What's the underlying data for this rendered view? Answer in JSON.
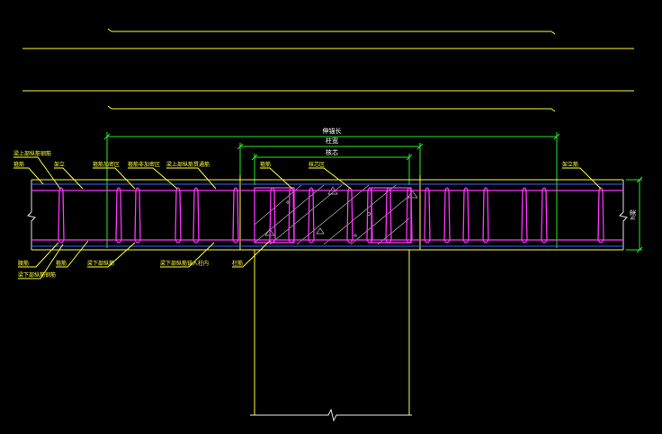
{
  "drawing": {
    "background": "#000000",
    "colors": {
      "outline": "#ffff33",
      "dimension": "#22ee22",
      "stirrup": "#ff33ff",
      "rebar": "#3366ff",
      "break": "#e8e8e8"
    },
    "dimensions": {
      "overall": "伸锚长",
      "column_width": "柱宽",
      "core": "核芯",
      "beam_height": "h梁"
    },
    "callouts": {
      "top_left_1": "梁上部纵筋钢筋",
      "top_left_2": "箍筋",
      "top_left_3": "架立",
      "top_mid_1": "箍筋加密区",
      "top_mid_2": "箍筋非加密区",
      "top_mid_3": "梁上部纵筋贯通筋",
      "core_1": "箍筋",
      "core_2": "核芯区",
      "right_1": "架立筋",
      "bot_left_1": "腰筋",
      "bot_left_2": "梁下部纵筋钢筋",
      "bot_mid_1": "箍筋",
      "bot_mid_2": "梁下部纵筋",
      "bot_mid_3": "梁下部纵筋锚入柱内",
      "bot_col": "柱筋"
    }
  }
}
